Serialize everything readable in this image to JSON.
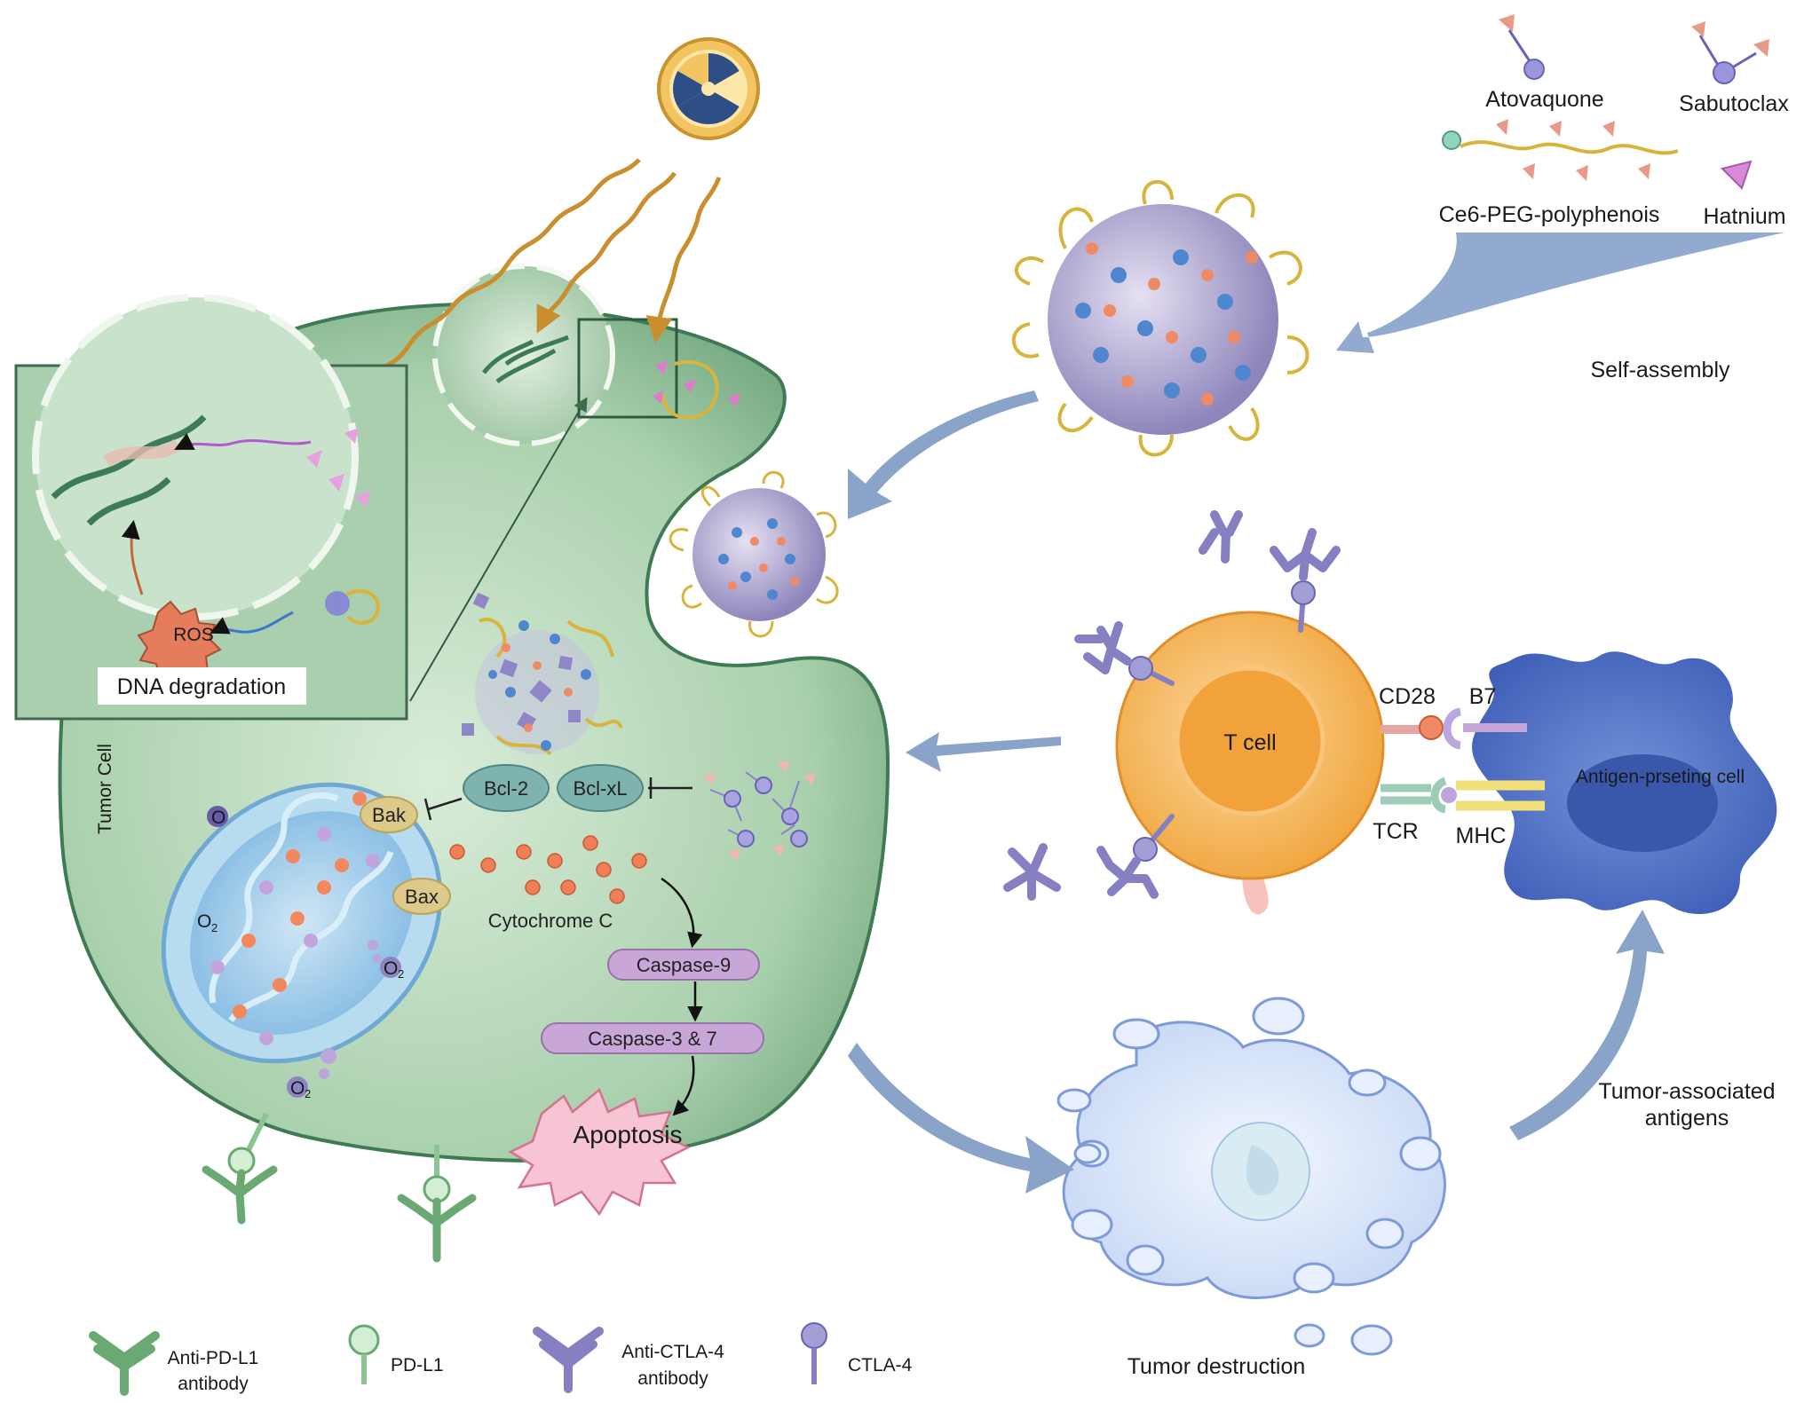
{
  "labels": {
    "atovaquone": "Atovaquone",
    "sabutoclax": "Sabutoclax",
    "ce6": "Ce6-PEG-polyphenois",
    "hatnium": "Hatnium",
    "self_assembly": "Self-assembly",
    "tumor_cell": "Tumor Cell",
    "dna_degradation": "DNA degradation",
    "ros": "ROS",
    "bcl2": "Bcl-2",
    "bclxl": "Bcl-xL",
    "bak": "Bak",
    "bax": "Bax",
    "cytochrome_c": "Cytochrome C",
    "caspase9": "Caspase-9",
    "caspase37": "Caspase-3 & 7",
    "apoptosis": "Apoptosis",
    "o2": "O",
    "o2_sub": "2",
    "t_cell": "T cell",
    "cd28": "CD28",
    "b7": "B7",
    "tcr": "TCR",
    "mhc": "MHC",
    "apc": "Antigen-prseting cell",
    "tumor_antigens_1": "Tumor-associated",
    "tumor_antigens_2": "antigens",
    "tumor_destruction": "Tumor destruction"
  },
  "legend": {
    "anti_pdl1_1": "Anti-PD-L1",
    "anti_pdl1_2": "antibody",
    "pdl1": "PD-L1",
    "anti_ctla4_1": "Anti-CTLA-4",
    "anti_ctla4_2": "antibody",
    "ctla4": "CTLA-4"
  },
  "colors": {
    "cell_green": "#8fbf98",
    "tcell_orange": "#f4b24e",
    "apc_blue": "#4f71c9",
    "mito_blue": "#8fc4e6",
    "caspase_purple": "#c7a3d4",
    "arrow_blue": "#8aa3c9"
  }
}
